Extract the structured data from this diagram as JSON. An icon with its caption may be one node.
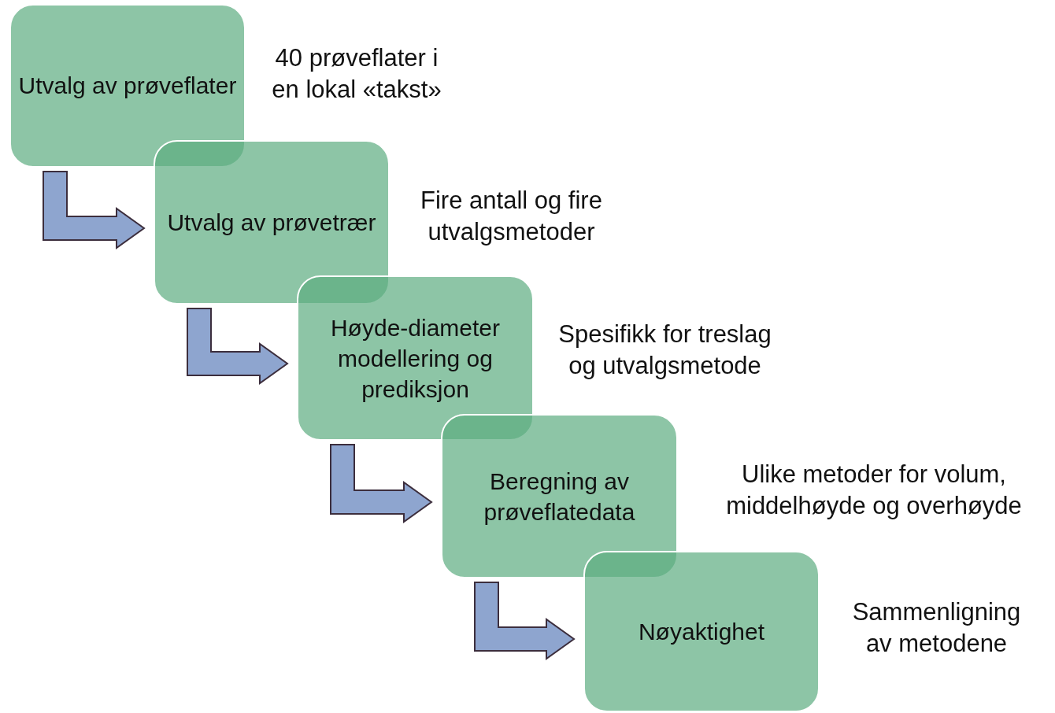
{
  "diagram": {
    "nodes": [
      {
        "text": [
          "Utvalg av prøveflater"
        ],
        "beside": [
          "40 prøveflater i en lokal «takst»"
        ]
      },
      {
        "text": [
          "Utvalg av prøvetrær"
        ],
        "beside": [
          "Fire antall og fire utvalgsmetoder"
        ]
      },
      {
        "text": [
          "Høyde-diameter modellering og prediksjon"
        ],
        "beside": [
          "Spesifikk for treslag og utvalgsmetode"
        ]
      },
      {
        "text": [
          "Beregning av prøveflatedata"
        ],
        "beside": [
          "Ulike metoder for volum, middelhøyde og overhøyde"
        ]
      },
      {
        "text": [
          "Nøyaktighet"
        ],
        "beside": [
          "Sammenligning av metodene"
        ]
      }
    ],
    "edges": [
      {
        "from": 0,
        "to": 1,
        "arrow": "to"
      },
      {
        "from": 1,
        "to": 2,
        "arrow": "to"
      },
      {
        "from": 2,
        "to": 3,
        "arrow": "to"
      },
      {
        "from": 3,
        "to": 4,
        "arrow": "to"
      }
    ]
  }
}
